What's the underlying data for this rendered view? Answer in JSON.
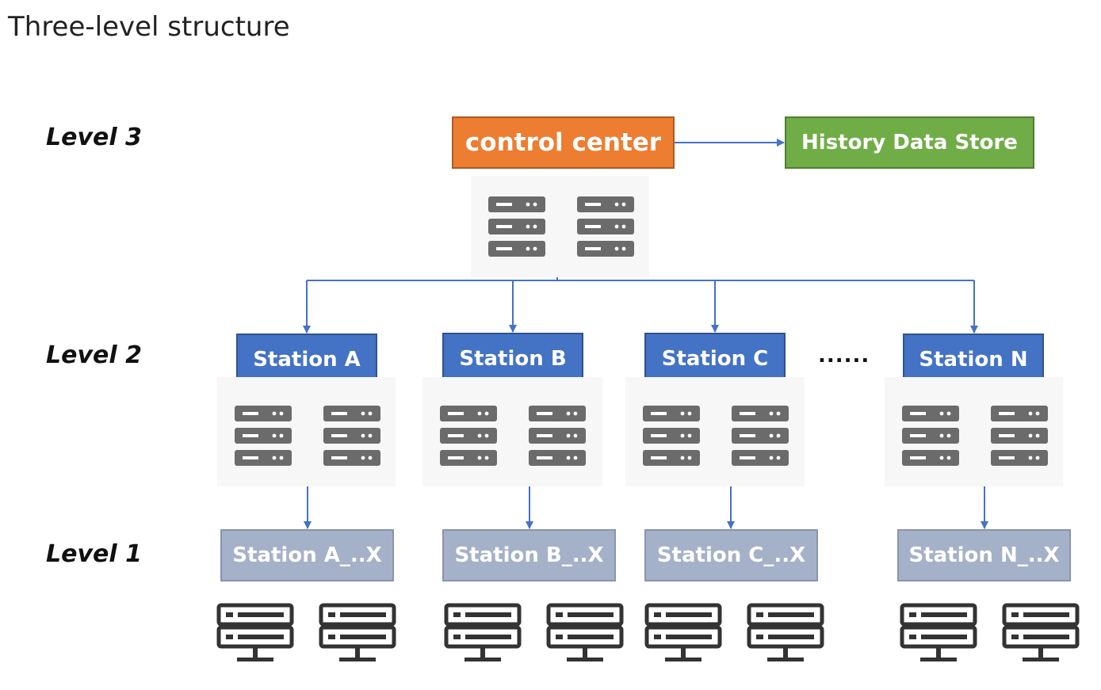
{
  "title": "Three-level structure",
  "levels": {
    "level3": "Level 3",
    "level2": "Level 2",
    "level1": "Level 1"
  },
  "control_center": {
    "label": "control center"
  },
  "history_store": {
    "label": "History Data Store"
  },
  "stations": [
    {
      "label": "Station A",
      "sub_label": "Station A_..X"
    },
    {
      "label": "Station B",
      "sub_label": "Station B_..X"
    },
    {
      "label": "Station C",
      "sub_label": "Station C_..X"
    },
    {
      "label": "Station N",
      "sub_label": "Station N_..X"
    }
  ],
  "ellipsis": "......",
  "colors": {
    "control_center": "#ed7d31",
    "history_store": "#70ad47",
    "station": "#4472c4",
    "sub_station": "#a5b1c8",
    "connector": "#4472c4",
    "server_icon": "#6b6b6b",
    "terminal_icon": "#333333"
  },
  "icons": {
    "server_rack": "server-rack-icon",
    "terminal_server": "terminal-server-icon",
    "arrow": "arrow-head-icon"
  }
}
